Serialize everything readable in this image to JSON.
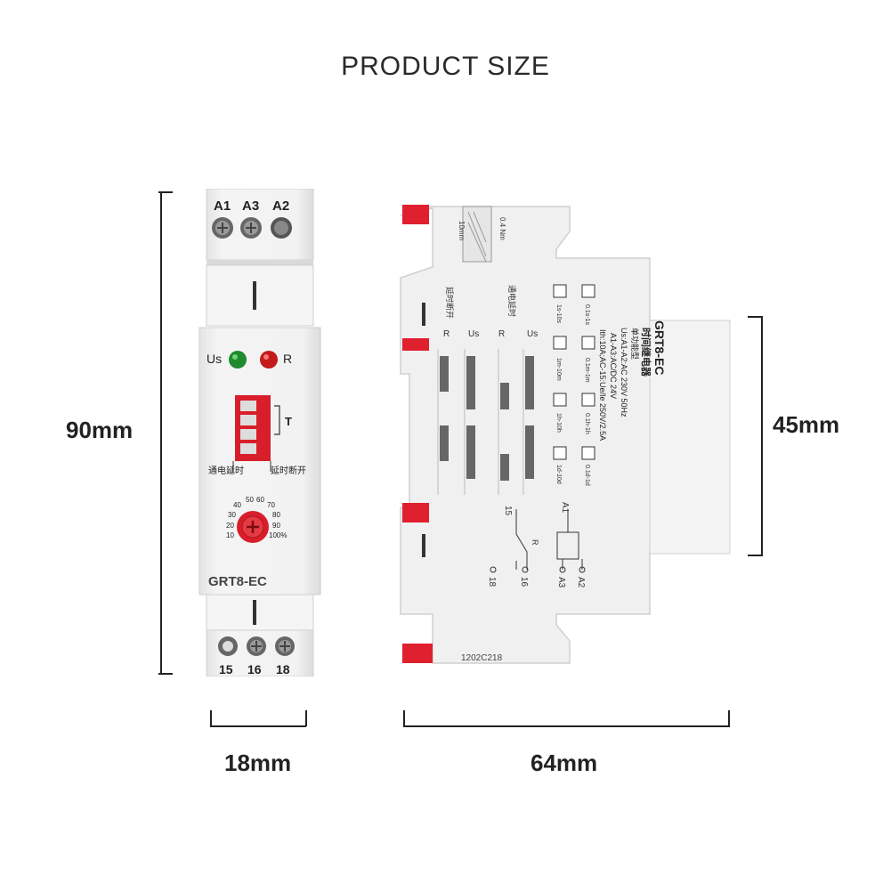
{
  "title": "PRODUCT SIZE",
  "dimensions": {
    "height": "90mm",
    "width_front": "18mm",
    "depth": "64mm",
    "height_side": "45mm"
  },
  "front": {
    "top_terminals": [
      "A1",
      "A3",
      "A2"
    ],
    "bottom_terminals": [
      "15",
      "16",
      "18"
    ],
    "led_us": "Us",
    "led_r": "R",
    "dip_label": "T",
    "mode_left": "通电延时",
    "mode_right": "延时断开",
    "dial_ticks": [
      "10",
      "20",
      "30",
      "40",
      "50",
      "60",
      "70",
      "80",
      "90",
      "100%"
    ],
    "model": "GRT8-EC",
    "colors": {
      "led_us": "#1f8a2e",
      "led_r": "#c41a1a",
      "accent_red": "#d81e2a"
    }
  },
  "side": {
    "model": "GRT8-EC",
    "name_cn": "时间继电器",
    "subtitle_cn": "单功能型",
    "spec1": "Us:A1-A2:AC 230V 50Hz",
    "spec2": "A1-A3:AC/DC 24V",
    "spec3": "Ith:10A;AC-15:Ue/Ie 250V/2.5A",
    "torque": "0.4 Nm",
    "strip": "10mm",
    "mode_on_delay": "通电延时",
    "mode_off_delay": "延时断开",
    "axis_us": "Us",
    "axis_r": "R",
    "ranges": [
      "0.1s-1s",
      "1s-10s",
      "0.1m-1m",
      "1m-10m",
      "0.1h-1h",
      "1h-10h",
      "0.1d-1d",
      "1d-10d"
    ],
    "wiring": [
      "15",
      "R",
      "A1",
      "18",
      "16",
      "A3",
      "A2"
    ],
    "serial": "1202C218"
  }
}
